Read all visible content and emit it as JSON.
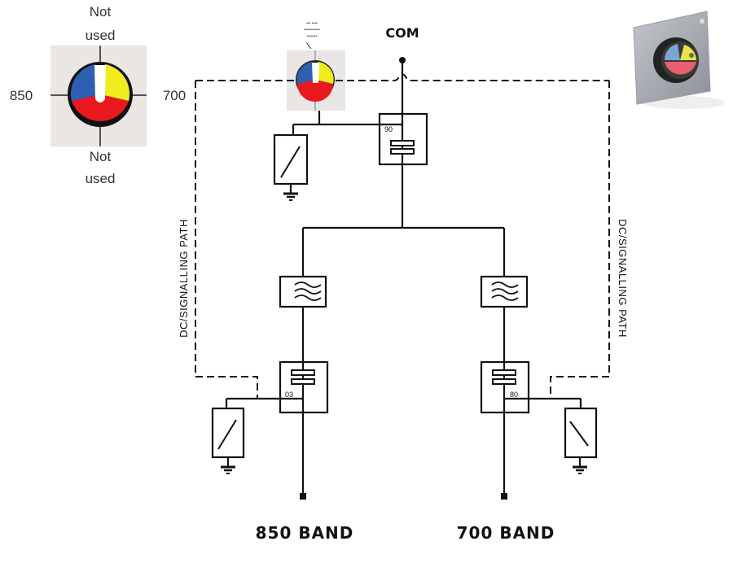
{
  "connector_legend": {
    "top_label": "Not\nused",
    "top_line1": "Not",
    "top_line2": "used",
    "bottom_line1": "Not",
    "bottom_line2": "used",
    "left_label": "850",
    "right_label": "700",
    "colors": {
      "blue": "#2f5fb3",
      "yellow": "#f0ec1e",
      "red": "#e8181c",
      "white": "#ffffff",
      "background": "#e9e6e4"
    }
  },
  "schematic": {
    "common_port_label": "COM",
    "small_connector_caption": "(illegible caption)",
    "left_path_label": "DC/SIGNALLING PATH",
    "right_path_label": "DC/SIGNALLING PATH",
    "combiner_label": "90",
    "left_bias_tee_label": "03",
    "right_bias_tee_label": "80",
    "left_output_label": "850 BAND",
    "right_output_label": "700 BAND"
  },
  "product_photo": {
    "description": "photo of square panel-mount connector with blue, yellow and red segments"
  }
}
